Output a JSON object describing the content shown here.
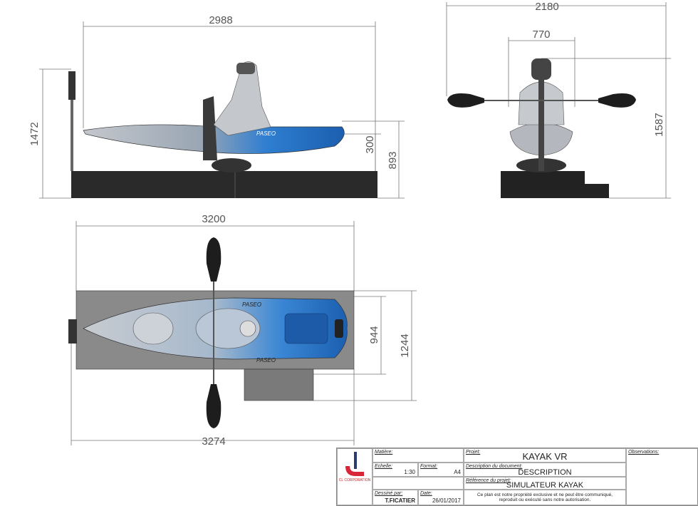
{
  "dimensions": {
    "side_length": "2988",
    "side_height": "1472",
    "side_seat": "300",
    "side_total": "893",
    "front_width": "2180",
    "front_inner": "770",
    "front_height": "1587",
    "top_length": "3200",
    "top_total_length": "3274",
    "top_width_inner": "944",
    "top_width": "1244"
  },
  "colors": {
    "hull_blue": "#1e6fc4",
    "hull_gray": "#b8bcc2",
    "base": "#2a2a2a",
    "platform_top": "#8a8a8a"
  },
  "title_block": {
    "logo_text": "CL CORPORATION",
    "matiere_label": "Matière:",
    "echelle_label": "Echelle:",
    "echelle_value": "1:30",
    "format_label": "Format:",
    "format_value": "A4",
    "dessine_label": "Dessiné par:",
    "dessine_value": "T.FICATIER",
    "date_label": "Date:",
    "date_value": "26/01/2017",
    "projet_label": "Projet:",
    "projet_value": "KAYAK VR",
    "description_label": "Description du document:",
    "description_value": "DESCRIPTION",
    "reference_label": "Référence du projet:",
    "reference_value": "SIMULATEUR KAYAK",
    "notice_line1": "Ce plan est notre propriété exclusive et ne peut être communiqué,",
    "notice_line2": "reproduit ou exécuté sans notre autorisation.",
    "observations_label": "Observations:"
  }
}
